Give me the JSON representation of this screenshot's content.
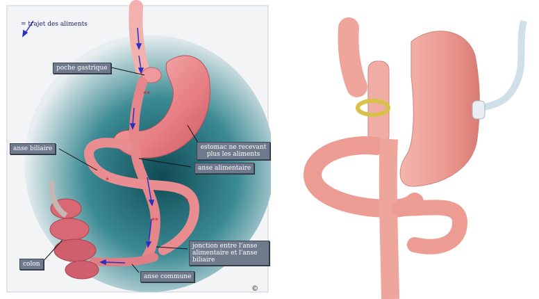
{
  "left_diagram": {
    "legend_text": "= trajet des aliments",
    "labels": {
      "poche": "poche gastrique",
      "estomac": "estomac ne recevant plus les aliments",
      "anse_biliaire": "anse biliaire",
      "anse_alimentaire": "anse alimentaire",
      "jonction": "jonction entre l'anse alimentaire et l'anse biliaire",
      "colon": "colon",
      "anse_commune": "anse commune"
    },
    "copyright": "©",
    "colors": {
      "tissue": "#e9868a",
      "tissue_light": "#f6b7b4",
      "backdrop": "#2f6f78",
      "arrow": "#2a2fc4",
      "label_bg": "#6f7a8c"
    }
  },
  "right_diagram": {
    "colors": {
      "tissue": "#ea9a92",
      "band": "#d8c14a",
      "tube": "#cfe0e8"
    }
  }
}
